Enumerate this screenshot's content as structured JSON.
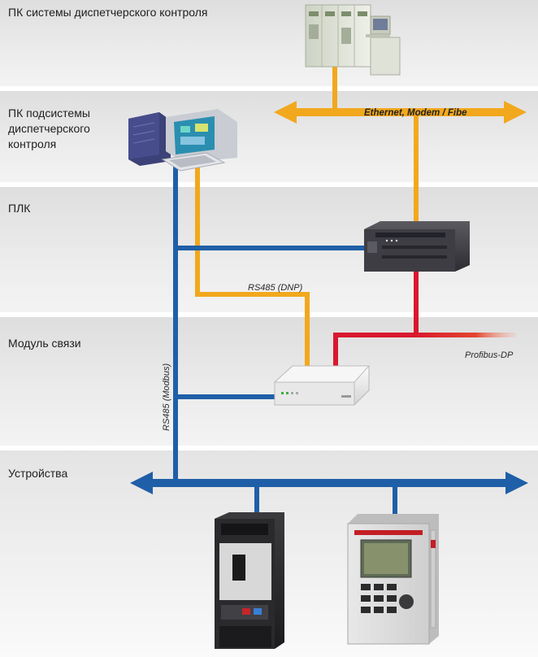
{
  "zones": [
    {
      "id": "scada",
      "label": "ПК системы диспетчерского контроля"
    },
    {
      "id": "sub",
      "label": "ПК подсистемы\nдиспетчерского\nконтроля"
    },
    {
      "id": "plc",
      "label": "ПЛК"
    },
    {
      "id": "comm",
      "label": "Модуль связи"
    },
    {
      "id": "devices",
      "label": "Устройства"
    }
  ],
  "links": {
    "ethernet": "Ethernet, Modem / Fibe",
    "rs485_dnp": "RS485 (DNP)",
    "rs485_modbus": "RS485 (Modbus)",
    "profibus": "Profibus-DP"
  },
  "colors": {
    "ethernet_line": "#f2a81d",
    "rs485_line": "#1f5fa8",
    "profibus_line": "#d9182d",
    "separator": "#ffffff"
  },
  "devices": {
    "server_rack": "server-rack-icon",
    "workstation": "desktop-pc-icon",
    "plc": "plc-unit-icon",
    "comm_module": "communication-module-icon",
    "breaker": "circuit-breaker-icon",
    "relay": "protection-relay-icon"
  }
}
